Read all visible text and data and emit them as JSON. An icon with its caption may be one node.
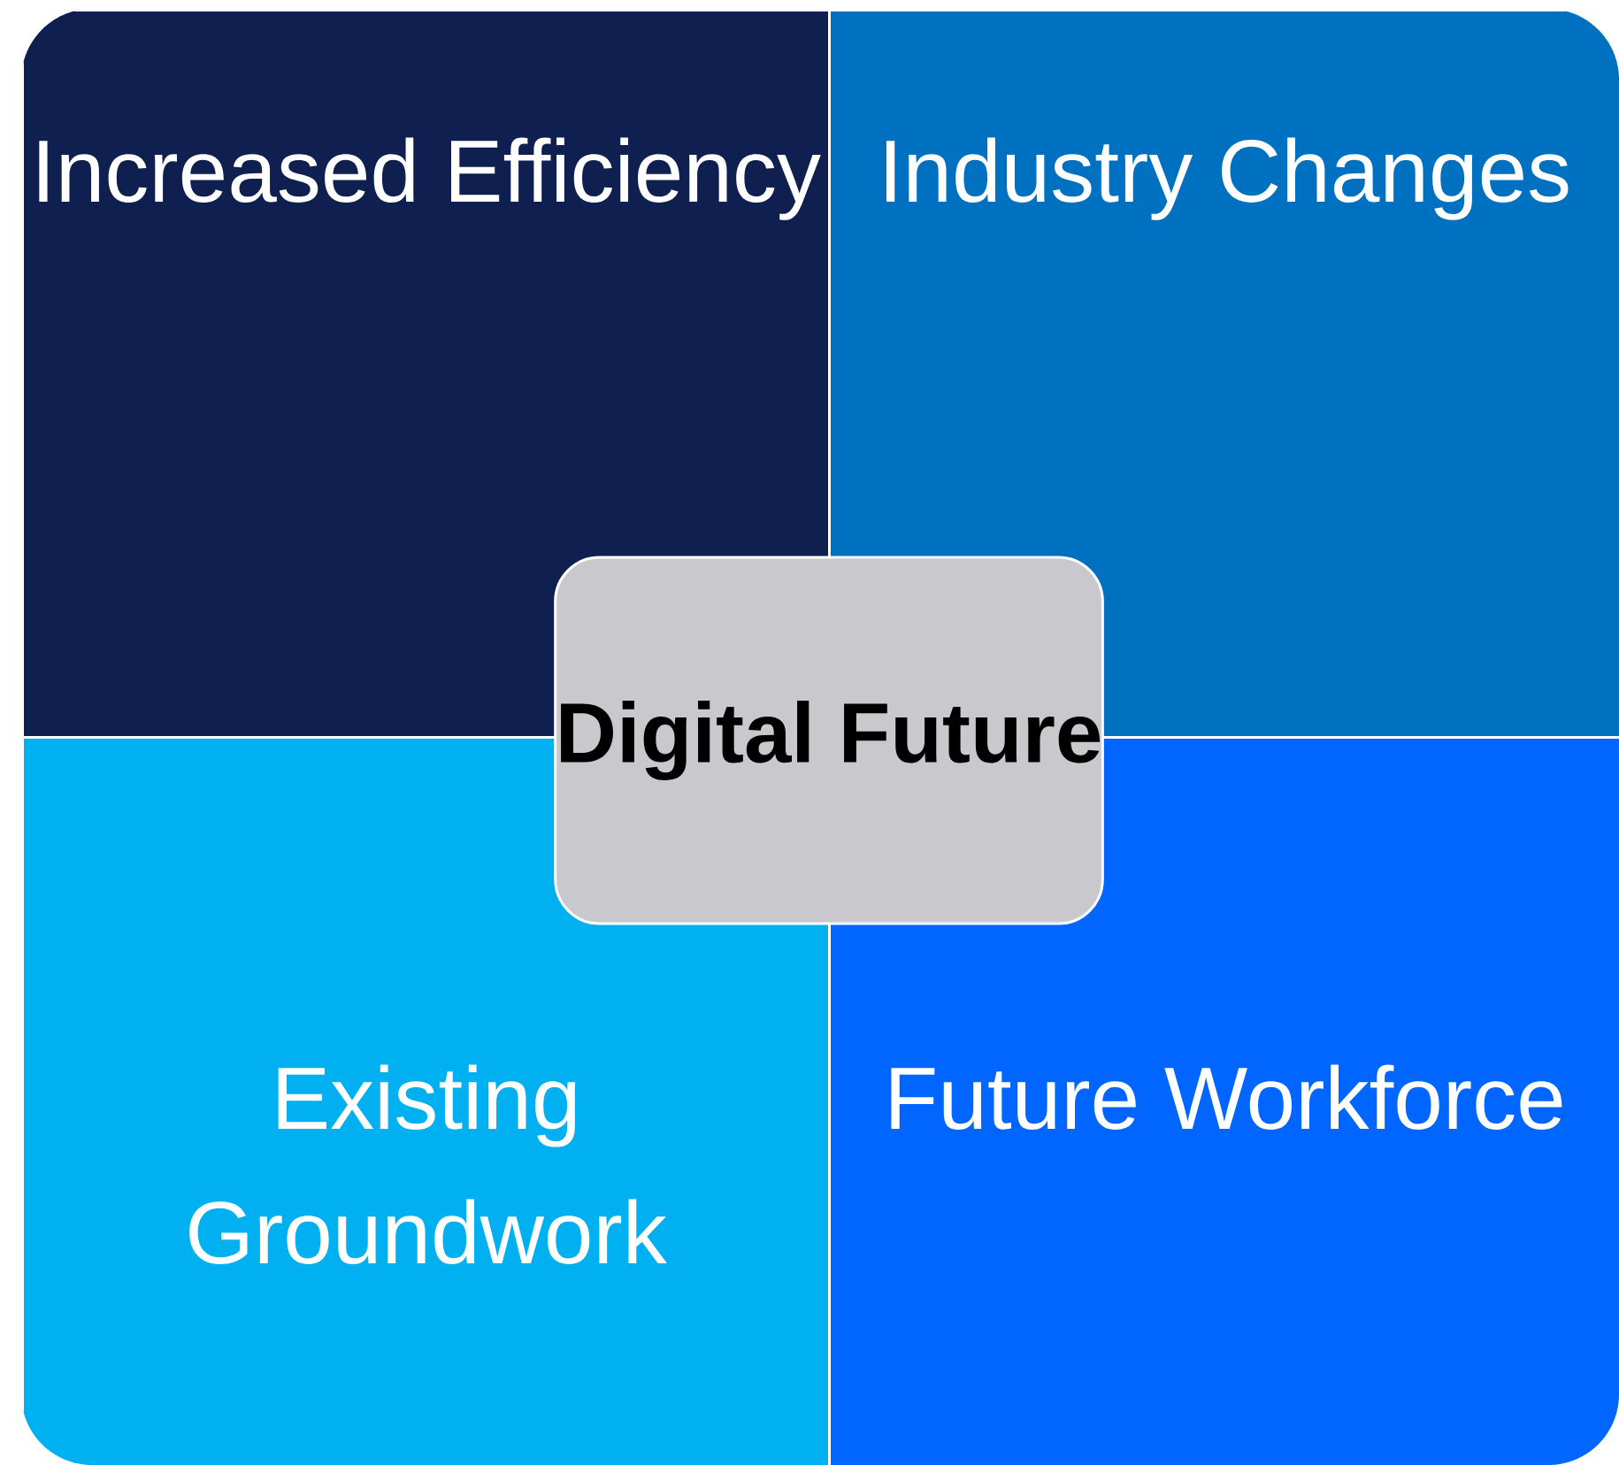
{
  "diagram": {
    "nodes": [
      {
        "text": [
          "Increased Efficiency"
        ]
      },
      {
        "text": [
          "Industry Changes"
        ]
      },
      {
        "text": [
          "Existing Groundwork"
        ]
      },
      {
        "text": [
          "Future Workforce"
        ]
      },
      {
        "text": [
          "Digital Future"
        ]
      }
    ]
  }
}
